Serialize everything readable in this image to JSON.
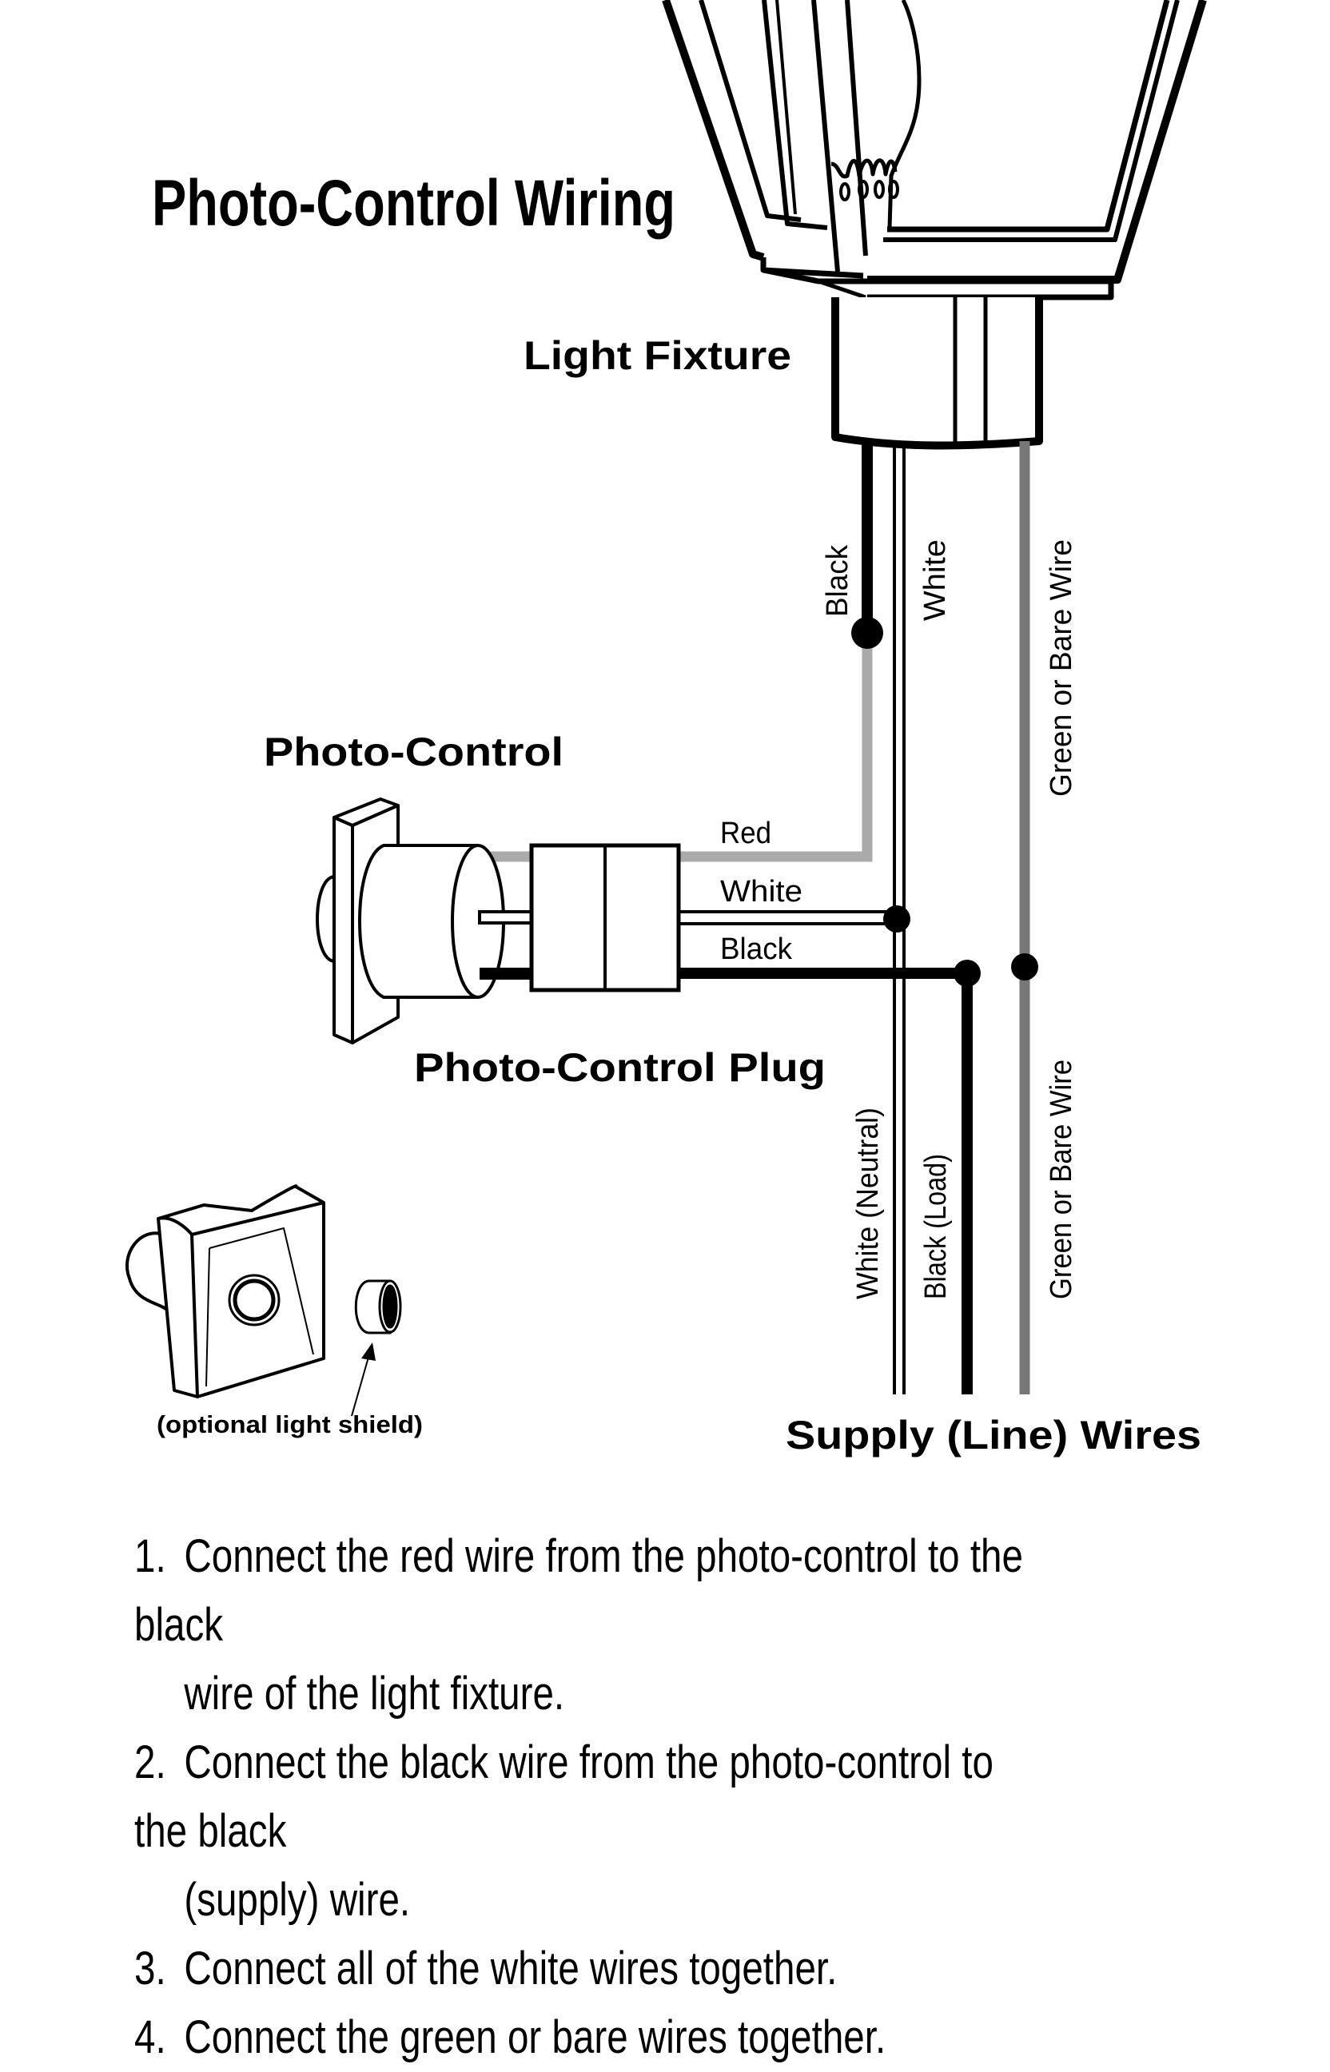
{
  "title": "Photo-Control Wiring",
  "labels": {
    "light_fixture": "Light Fixture",
    "photo_control": "Photo-Control",
    "photo_control_plug": "Photo-Control Plug",
    "supply_wires": "Supply (Line) Wires",
    "optional_shield": "(optional light shield)"
  },
  "fixture_wires": {
    "black": "Black",
    "white": "White",
    "ground": "Green or Bare Wire"
  },
  "photo_control_wires": {
    "red": "Red",
    "white": "White",
    "black": "Black"
  },
  "supply_wire_labels": {
    "neutral": "White (Neutral)",
    "load": "Black (Load)",
    "ground": "Green or Bare Wire"
  },
  "colors": {
    "red_wire": "#aaaaaa",
    "ground_wire": "#777777",
    "black_wire": "#000000",
    "white_wire": "#ffffff"
  },
  "steps": [
    {
      "num": "1.",
      "text": "Connect the red wire from the photo-control to the black",
      "cont": "wire of the light fixture."
    },
    {
      "num": "2.",
      "text": "Connect the black wire from the photo-control to the black",
      "cont": "(supply) wire."
    },
    {
      "num": "3.",
      "text": "Connect all of the white wires together.",
      "cont": ""
    },
    {
      "num": "4.",
      "text": "Connect the green or bare wires together.",
      "cont": ""
    }
  ]
}
